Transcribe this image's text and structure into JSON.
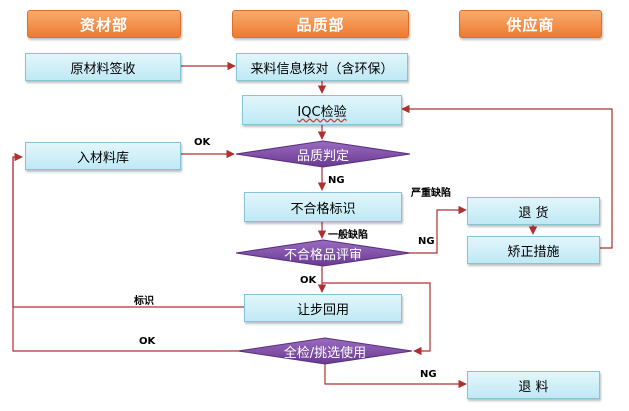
{
  "headers": {
    "materials": "资材部",
    "quality": "品质部",
    "supplier": "供应商"
  },
  "nodes": {
    "receive": "原材料签收",
    "verify": "来料信息核对（含环保）",
    "iqc": "IQC检验",
    "warehouse": "入材料库",
    "judge": "品质判定",
    "nonconforming_mark": "不合格标识",
    "review": "不合格品评审",
    "concession": "让步回用",
    "full_inspect": "全检/挑选使用",
    "return_goods": "退  货",
    "corrective": "矫正措施",
    "return_material": "退  料"
  },
  "edge_labels": {
    "judge_ok": "OK",
    "judge_ng": "NG",
    "major_defect": "严重缺陷",
    "minor_defect": "一般缺陷",
    "review_ng": "NG",
    "review_ok": "OK",
    "mark": "标识",
    "full_ok": "OK",
    "full_ng": "NG"
  },
  "colors": {
    "header": "#ee7a30",
    "box_fill": "#c6ecf6",
    "decision_fill": "#7b4aa0",
    "arrow": "#b03030"
  }
}
